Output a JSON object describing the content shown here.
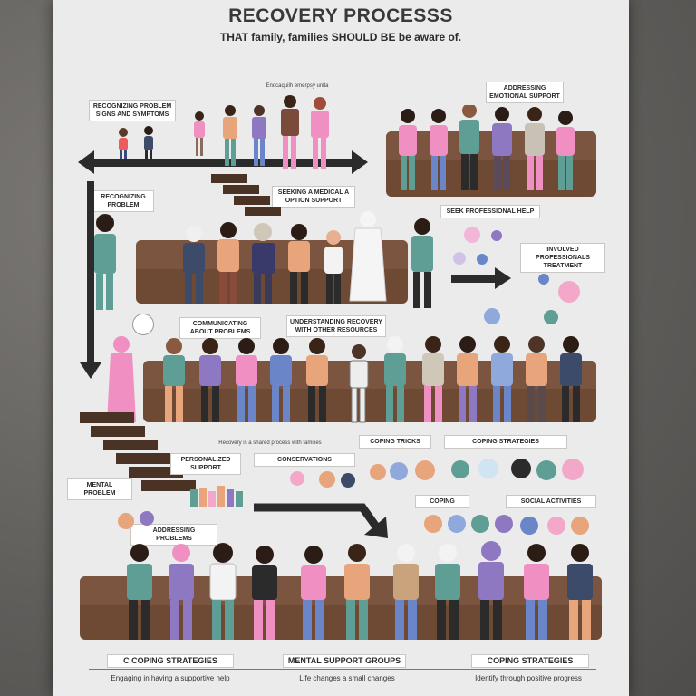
{
  "poster": {
    "title": "RECOVERY PROCESSS",
    "subtitle": "THAT family, families SHOULD BE be aware of."
  },
  "labels": {
    "top_center_small": "Enocaquilh emerpsy unita",
    "top_left_box": "RECOGNIZING PROBLEM SIGNS AND SYMPTOMS",
    "top_right_box": "ADDRESSING EMOTIONAL SUPPORT",
    "recognizing_problem": "RECOGNIZING PROBLEM",
    "seeking_help": "SEEKING A MEDICAL A OPTION SUPPORT",
    "seek_professional": "SEEK PROFESSIONAL HELP",
    "involved_professionals": "INVOLVED PROFESSIONALS TREATMENT",
    "communicating": "COMMUNICATING ABOUT PROBLEMS",
    "understanding": "UNDERSTANDING RECOVERY WITH OTHER RESOURCES",
    "coping_tricks": "COPING TRICKS",
    "coping_strategies_right": "COPING STRATEGIES",
    "personalized_support": "PERSONALIZED SUPPORT",
    "conservations": "CONSERVATIONS",
    "mental_problem": "MENTAL PROBLEM",
    "coping": "COPING",
    "social_activities": "SOCIAL ACTIVITIES",
    "addressing_problems": "ADDRESSING PROBLEMS",
    "mid_caption": "Recovery is a shared process with families"
  },
  "bottom": {
    "cap1": "C COPING STRATEGIES",
    "cap2": "MENTAL SUPPORT GROUPS",
    "cap3": "COPING STRATEGIES",
    "note1": "Engaging in having a supportive help",
    "note2": "Life changes a small changes",
    "note3": "Identify through positive progress"
  },
  "colors": {
    "couch": "#6e4a35",
    "arrow": "#2c2b2b",
    "teal": "#5e9e94",
    "pink": "#ef8fc2",
    "purple": "#8f78c2",
    "blue": "#6a86c9",
    "peach": "#e8a47b"
  }
}
